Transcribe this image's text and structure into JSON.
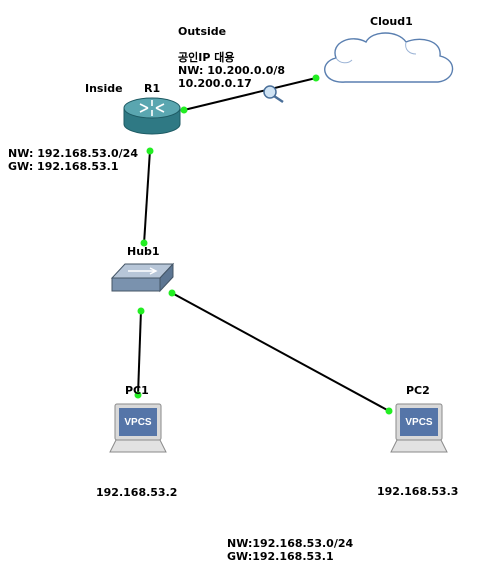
{
  "nodes": {
    "r1": {
      "name": "R1"
    },
    "cloud": {
      "name": "Cloud1"
    },
    "hub": {
      "name": "Hub1"
    },
    "pc1": {
      "name": "PC1",
      "badge": "VPCS",
      "ip": "192.168.53.2"
    },
    "pc2": {
      "name": "PC2",
      "badge": "VPCS",
      "ip": "192.168.53.3"
    }
  },
  "labels": {
    "outside": "Outside",
    "inside": "Inside",
    "public_ip": "공인IP 대용",
    "outside_nw": "NW: 10.200.0.0/8",
    "outside_ip": "10.200.0.17",
    "inside_nw": "NW: 192.168.53.0/24",
    "inside_gw": "GW: 192.168.53.1",
    "lan_nw": "NW:192.168.53.0/24",
    "lan_gw": "GW:192.168.53.1"
  },
  "colors": {
    "link_dot": "#22ee22",
    "router_body": "#3f8f9a",
    "cloud_fill": "#ffffff",
    "cloud_stroke": "#5a7fb0"
  },
  "icons": {
    "router": "router-icon",
    "cloud": "cloud-icon",
    "hub": "hub-icon",
    "pc": "computer-icon",
    "capture": "magnifier-icon"
  }
}
